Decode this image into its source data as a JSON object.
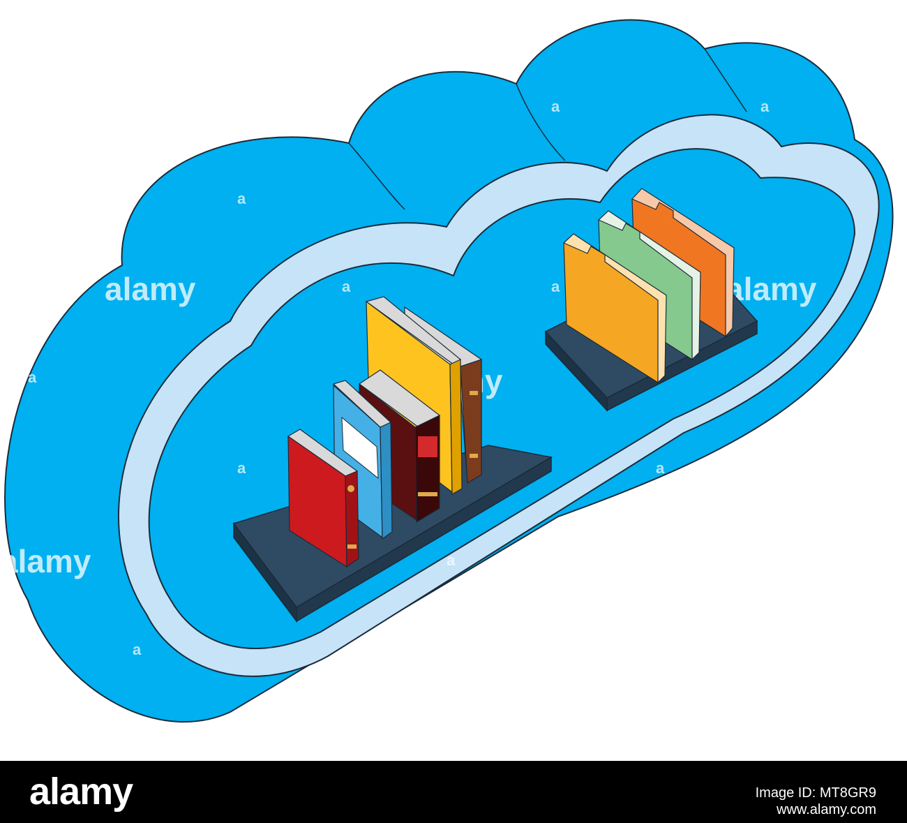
{
  "illustration": {
    "subject": "cloud-storage-isometric",
    "colors": {
      "cloud_fill": "#00b0f0",
      "cloud_rim": "#c6e3f7",
      "shelf_top": "#2f4b63",
      "shelf_side": "#1c3346",
      "outline": "#1a2a3a"
    },
    "books": [
      {
        "icon": "red-book",
        "color": "#cc1a1f"
      },
      {
        "icon": "blue-book",
        "color": "#45b0e6"
      },
      {
        "icon": "dark-red-book",
        "color": "#5a0f10"
      },
      {
        "icon": "yellow-book",
        "color": "#ffc320"
      },
      {
        "icon": "brown-book",
        "color": "#7b3c1e"
      }
    ],
    "folders": [
      {
        "icon": "yellow-folder",
        "color": "#f5a623"
      },
      {
        "icon": "green-folder",
        "color": "#86c98e"
      },
      {
        "icon": "orange-folder",
        "color": "#f07622"
      }
    ]
  },
  "watermark": {
    "text": "alamy",
    "mark": "a"
  },
  "footer": {
    "brand": "alamy",
    "image_id_label": "Image ID: MT8GR9",
    "url": "www.alamy.com"
  }
}
